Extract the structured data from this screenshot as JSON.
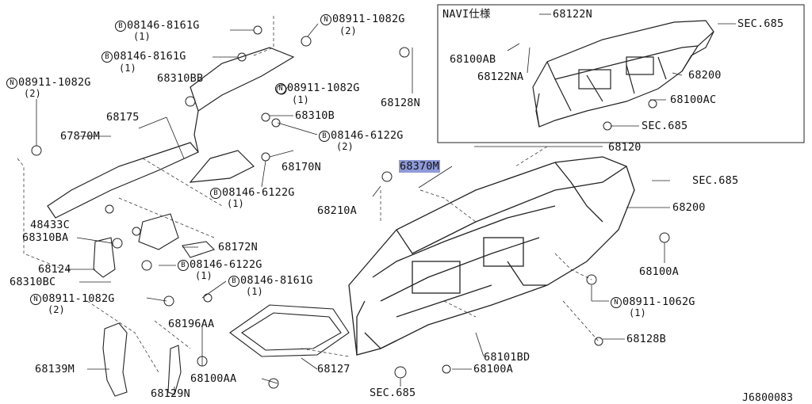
{
  "diagram_id": "J6800083",
  "callouts": {
    "c1": {
      "sym": "B",
      "part": "08146-8161G",
      "qty": "(1)"
    },
    "c2": {
      "sym": "B",
      "part": "08146-8161G",
      "qty": "(1)"
    },
    "c3": {
      "sym": "N",
      "part": "08911-1082G",
      "qty": "(2)"
    },
    "c4": {
      "sym": "N",
      "part": "08911-1082G",
      "qty": "(2)"
    },
    "c5": {
      "sym": "N",
      "part": "08911-1082G",
      "qty": "(1)"
    },
    "c6": {
      "sym": "B",
      "part": "08146-6122G",
      "qty": "(2)"
    },
    "c7": {
      "sym": "B",
      "part": "08146-6122G",
      "qty": "(1)"
    },
    "c8": {
      "sym": "B",
      "part": "08146-6122G",
      "qty": "(1)"
    },
    "c9": {
      "sym": "B",
      "part": "08146-8161G",
      "qty": "(1)"
    },
    "c10": {
      "sym": "N",
      "part": "08911-1082G",
      "qty": "(2)"
    },
    "c11": {
      "sym": "N",
      "part": "08911-1062G",
      "qty": "(1)"
    }
  },
  "labels": {
    "p68310BB": "68310BB",
    "p68175": "68175",
    "p67870M": "67870M",
    "p68310B": "68310B",
    "p68128N": "68128N",
    "p68170N": "68170N",
    "p48433C": "48433C",
    "p68310BA": "68310BA",
    "p68172N": "68172N",
    "p68124": "68124",
    "p68310BC": "68310BC",
    "p68210A": "68210A",
    "p68370M": "68370M",
    "p68120": "68120",
    "sec685_a": "SEC.685",
    "p68200_main": "68200",
    "p68100A_r": "68100A",
    "p68128B": "68128B",
    "p68101BD": "68101BD",
    "p68100A_b": "68100A",
    "sec685_b": "SEC.685",
    "p68127": "68127",
    "p68196AA": "68196AA",
    "p68100AA": "68100AA",
    "p68139M": "68139M",
    "p68129N": "68129N"
  },
  "inset": {
    "title": "NAVI仕様",
    "p68122N": "68122N",
    "sec685_top": "SEC.685",
    "p68100AB": "68100AB",
    "p68122NA": "68122NA",
    "p68200": "68200",
    "p68100AC": "68100AC",
    "sec685_bottom": "SEC.685"
  },
  "highlight_color": "#8f9ad8"
}
